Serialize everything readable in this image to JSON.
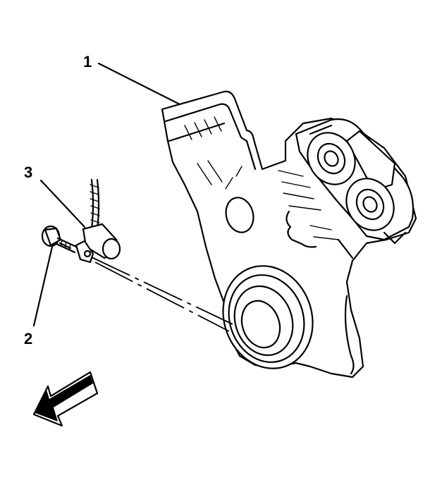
{
  "callouts": [
    {
      "id": "1",
      "label": "1"
    },
    {
      "id": "2",
      "label": "2"
    },
    {
      "id": "3",
      "label": "3"
    }
  ],
  "colors": {
    "ink": "#000000",
    "paper": "#ffffff"
  },
  "icons": {
    "direction": "front-arrow-icon"
  }
}
